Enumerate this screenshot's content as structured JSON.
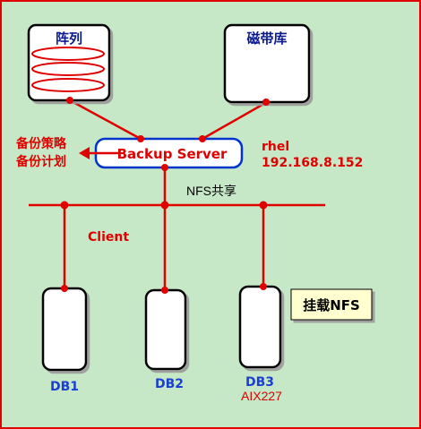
{
  "nodes": {
    "array": {
      "label": "阵列"
    },
    "tape_library": {
      "label": "磁带库"
    },
    "backup_server": {
      "label": "Backup Server"
    },
    "db1": {
      "label": "DB1"
    },
    "db2": {
      "label": "DB2"
    },
    "db3": {
      "label": "DB3",
      "sublabel": "AIX227"
    }
  },
  "annotations": {
    "backup_policy": "备份策略",
    "backup_plan": "备份计划",
    "server_os": "rhel",
    "server_ip": "192.168.8.152",
    "nfs_share": "NFS共享",
    "client": "Client",
    "mount_nfs": "挂载NFS"
  },
  "colors": {
    "frame_border": "#e00000",
    "background": "#c6e8c6",
    "link": "#e00000",
    "server_border": "#0033cc",
    "db_label": "#1a3fd1",
    "annotation_red": "#e00000",
    "note_fill": "#ffffd0"
  },
  "edges": [
    {
      "from": "array",
      "to": "backup_server"
    },
    {
      "from": "tape_library",
      "to": "backup_server"
    },
    {
      "from": "backup_server",
      "to": "nfs_bus"
    },
    {
      "from": "nfs_bus",
      "to": "db1"
    },
    {
      "from": "nfs_bus",
      "to": "db2"
    },
    {
      "from": "nfs_bus",
      "to": "db3"
    }
  ]
}
